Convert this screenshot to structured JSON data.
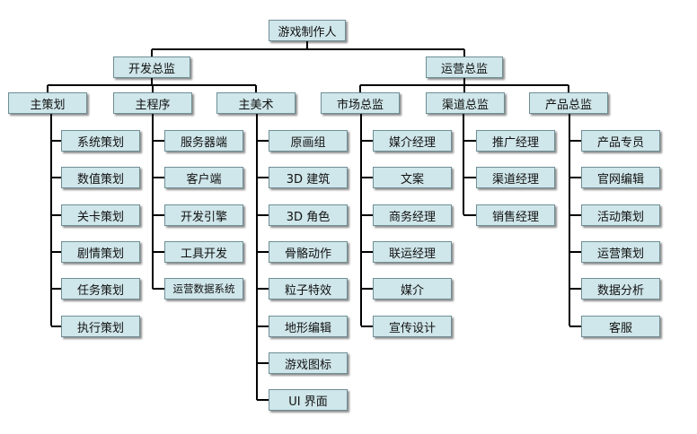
{
  "root": "游戏制作人",
  "directors": [
    {
      "name": "开发总监",
      "departments": [
        {
          "name": "主策划",
          "items": [
            "系统策划",
            "数值策划",
            "关卡策划",
            "剧情策划",
            "任务策划",
            "执行策划"
          ]
        },
        {
          "name": "主程序",
          "items": [
            "服务器端",
            "客户端",
            "开发引擎",
            "工具开发",
            "运营数据系统"
          ]
        },
        {
          "name": "主美术",
          "items": [
            "原画组",
            "3D 建筑",
            "3D 角色",
            "骨骼动作",
            "粒子特效",
            "地形编辑",
            "游戏图标",
            "UI 界面"
          ]
        }
      ]
    },
    {
      "name": "运营总监",
      "departments": [
        {
          "name": "市场总监",
          "items": [
            "媒介经理",
            "文案",
            "商务经理",
            "联运经理",
            "媒介",
            "宣传设计"
          ]
        },
        {
          "name": "渠道总监",
          "items": [
            "推广经理",
            "渠道经理",
            "销售经理"
          ]
        },
        {
          "name": "产品总监",
          "items": [
            "产品专员",
            "官网编辑",
            "活动策划",
            "运营策划",
            "数据分析",
            "客服"
          ]
        }
      ]
    }
  ],
  "colors": {
    "box_fill": "#cfe6ea",
    "box_border": "#6f8f95",
    "line": "#000000"
  }
}
